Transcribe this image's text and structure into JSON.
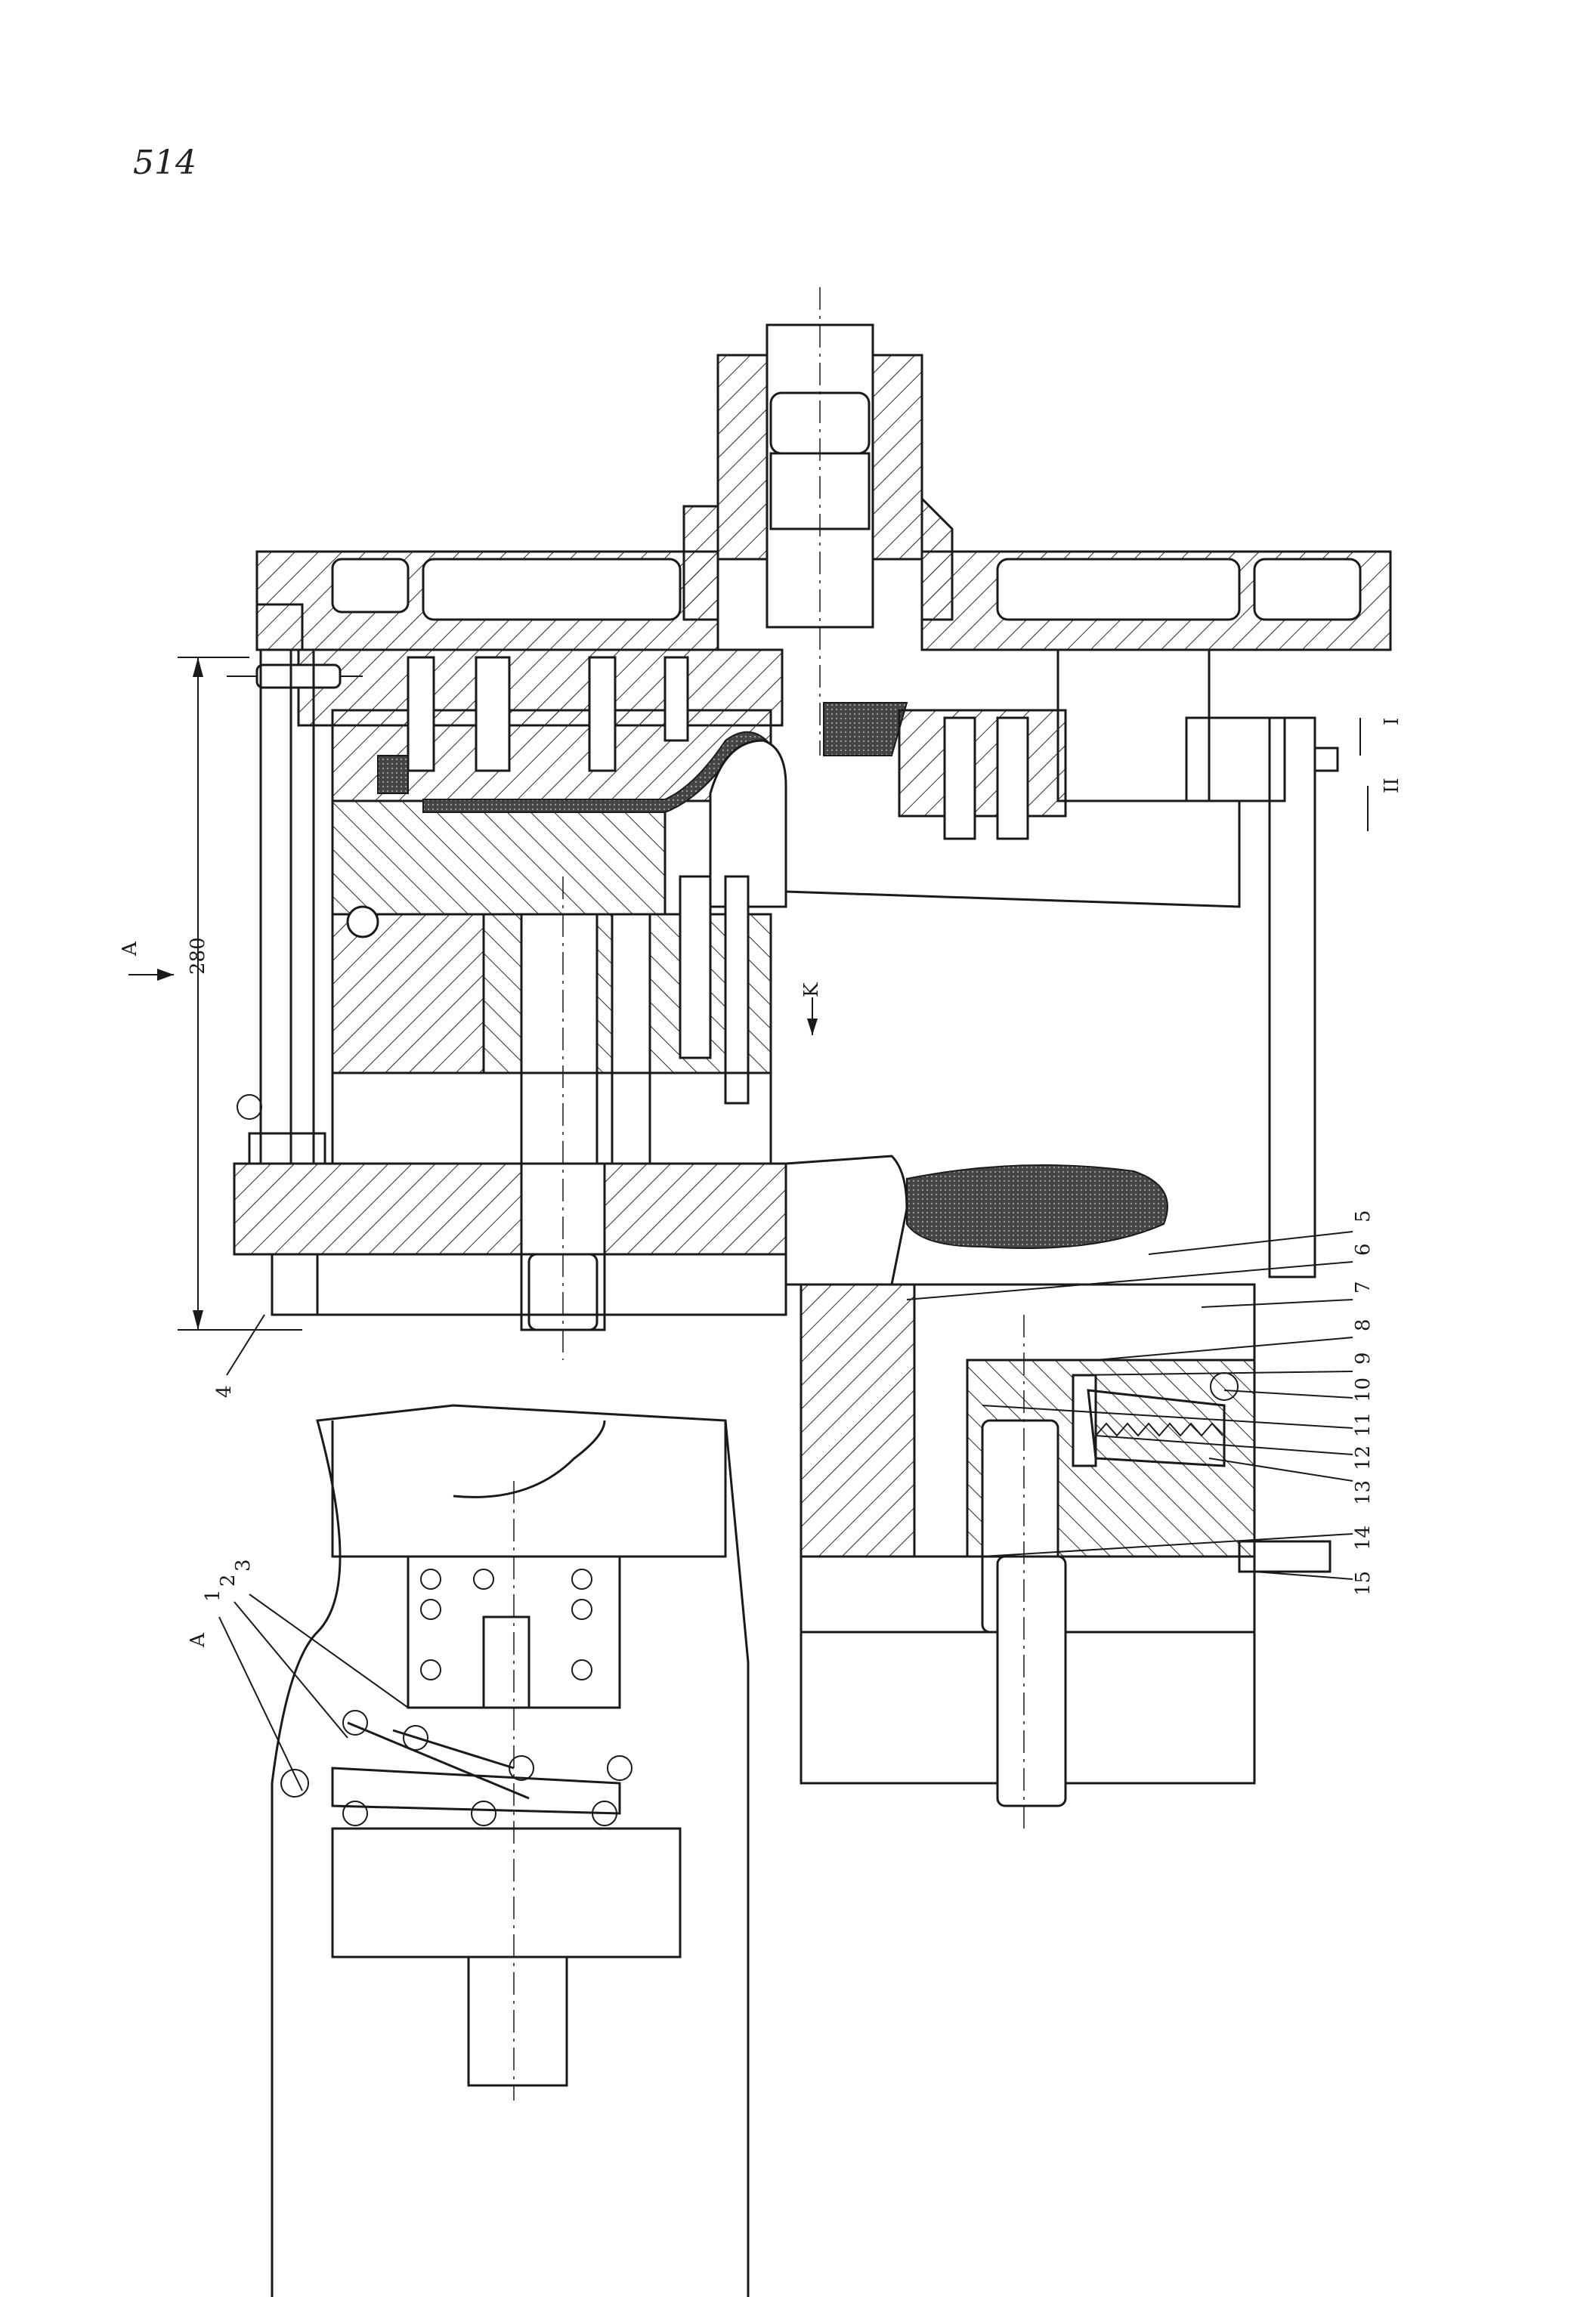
{
  "page_number": "514",
  "dimension_280": "280",
  "view_a_top": "A",
  "view_a_bottom": "A",
  "arrow_k": "K",
  "section_i": "I",
  "section_ii": "II",
  "part_labels": {
    "p1": "1",
    "p2": "2",
    "p3": "3",
    "p4": "4",
    "p5": "5",
    "p6": "6",
    "p7": "7",
    "p8": "8",
    "p9": "9",
    "p10": "10",
    "p11": "11",
    "p12": "12",
    "p13": "13",
    "p14": "14",
    "p15": "15"
  }
}
